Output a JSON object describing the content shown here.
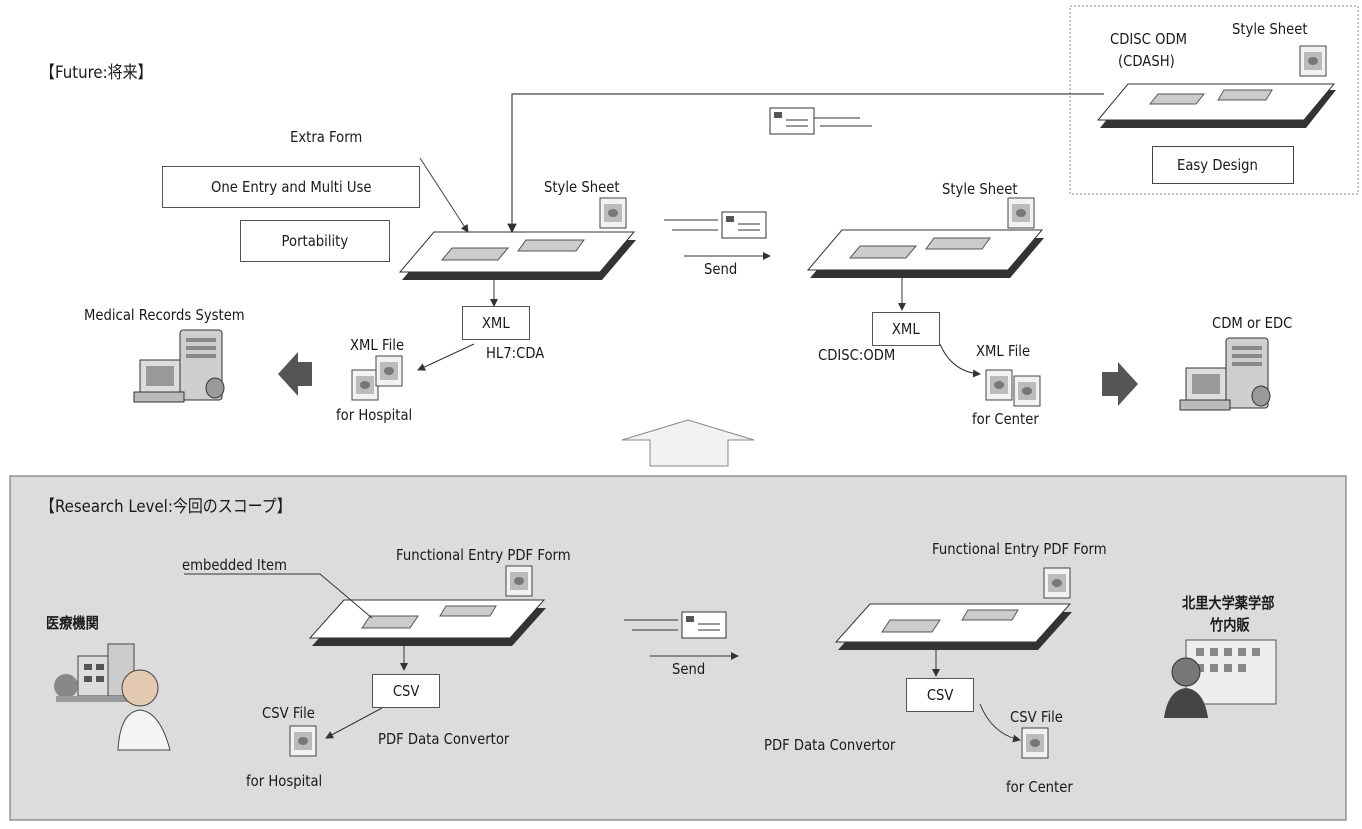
{
  "future": {
    "title": "【Future:将来】",
    "cdisc_odm": "CDISC ODM",
    "cdash": "(CDASH)",
    "style_sheet_top": "Style Sheet",
    "easy_design": "Easy Design",
    "extra_form": "Extra Form",
    "one_entry": "One Entry and Multi Use",
    "portability": "Portability",
    "style_sheet_left": "Style Sheet",
    "style_sheet_right": "Style Sheet",
    "send": "Send",
    "medical_records": "Medical Records System",
    "xml_box_left": "XML",
    "xml_box_right": "XML",
    "xml_file_left": "XML File",
    "hl7": "HL7:CDA",
    "for_hospital": "for Hospital",
    "cdisc_odm_label": "CDISC:ODM",
    "xml_file_right": "XML File",
    "for_center": "for Center",
    "cdm_edc": "CDM or EDC"
  },
  "research": {
    "title": "【Research Level:今回のスコープ】",
    "embedded_item": "embedded Item",
    "func_form_left": "Functional Entry PDF Form",
    "func_form_right": "Functional Entry PDF Form",
    "hospital_jp": "医療機関",
    "university_jp_1": "北里大学薬学部",
    "university_jp_2": "竹内販",
    "send": "Send",
    "csv_box_left": "CSV",
    "csv_box_right": "CSV",
    "csv_file_left": "CSV File",
    "csv_file_right": "CSV File",
    "converter_left": "PDF Data Convertor",
    "converter_right": "PDF Data Convertor",
    "for_hospital": "for Hospital",
    "for_center": "for Center"
  },
  "colors": {
    "panel_bg": "#dcdcdc",
    "line": "#333333",
    "form_fill": "#ffffff",
    "inner_rect": "#cfcfcf",
    "arrow_dark": "#555555"
  }
}
